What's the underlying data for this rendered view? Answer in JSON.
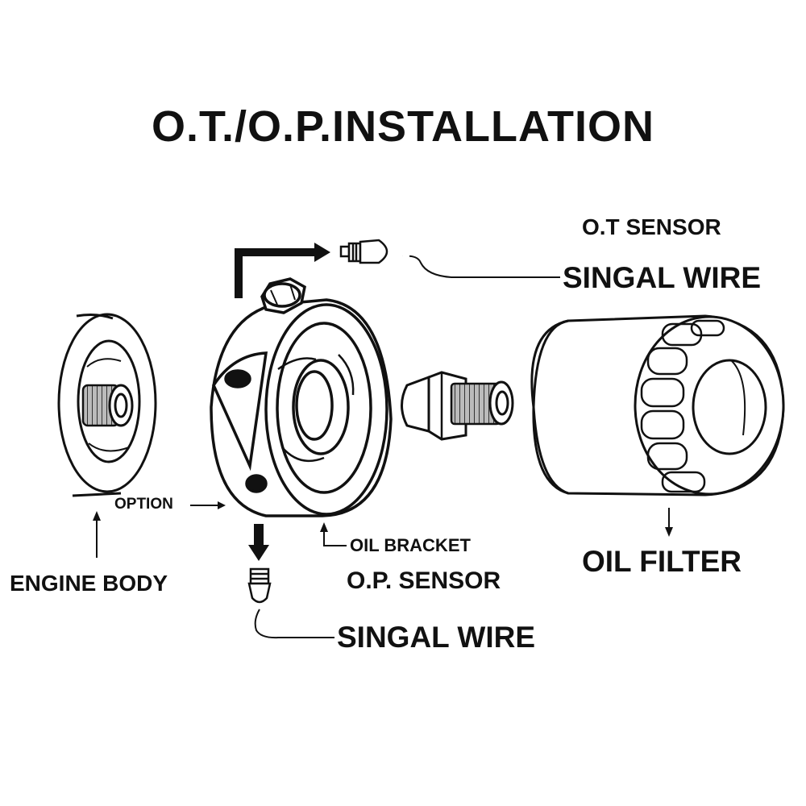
{
  "title": "O.T./O.P.INSTALLATION",
  "labels": {
    "ot_sensor": "O.T SENSOR",
    "ot_signal_wire": "SINGAL WIRE",
    "option": "OPTION",
    "oil_bracket": "OIL BRACKET",
    "op_sensor": "O.P. SENSOR",
    "op_signal_wire": "SINGAL WIRE",
    "engine_body": "ENGINE BODY",
    "oil_filter": "OIL FILTER"
  },
  "colors": {
    "ink": "#111111",
    "paper": "#ffffff",
    "thread": "#8a8a8a"
  }
}
